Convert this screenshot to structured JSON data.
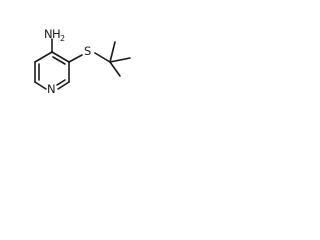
{
  "molecule": {
    "atoms": {
      "amine_n": "N",
      "amine_h": "H",
      "amine_h_count": "2",
      "sulfur": "S",
      "ring_n": "N"
    },
    "colors": {
      "bond": "#1a1a1a",
      "label": "#1a1a1a",
      "background": "#ffffff"
    }
  }
}
